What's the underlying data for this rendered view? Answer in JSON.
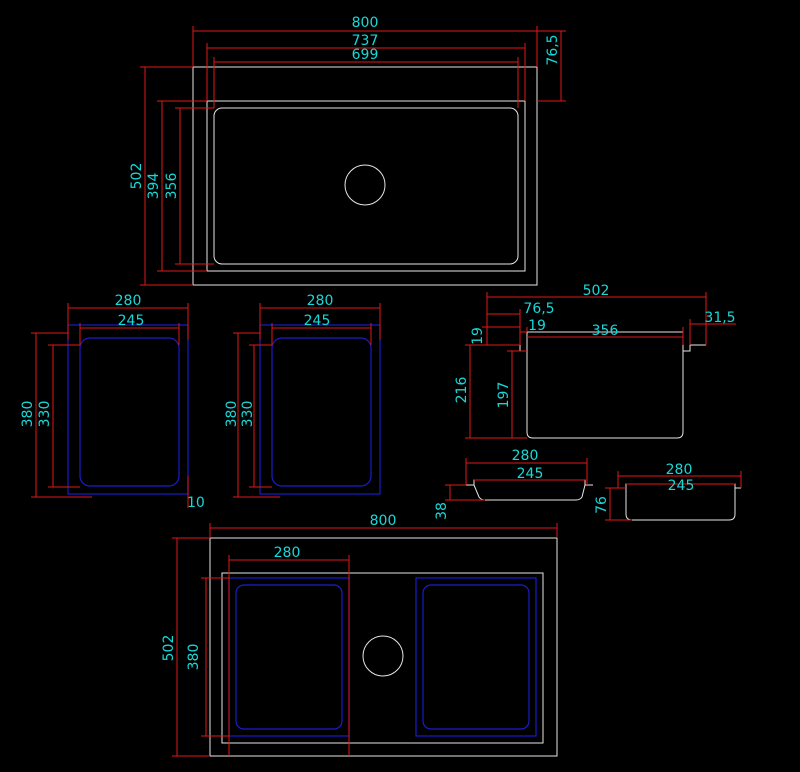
{
  "colors": {
    "background": "#000000",
    "outline": "#e6e6e6",
    "dimension_line": "#e01818",
    "dimension_text": "#18d8d8",
    "insert_outline": "#1c1ccc"
  },
  "top_view": {
    "width": "800",
    "inner_width": "737",
    "bowl_width": "699",
    "offset": "76,5",
    "depth": "502",
    "inner_depth": "394",
    "bowl_depth": "356"
  },
  "basket_left": {
    "width": "280",
    "inner_width": "245",
    "length": "380",
    "inner_length": "330",
    "offset": "10"
  },
  "basket_right": {
    "width": "280",
    "inner_width": "245",
    "length": "380",
    "inner_length": "330"
  },
  "section_view": {
    "width": "502",
    "rim": "76,5",
    "ledge": "19",
    "bowl_width": "356",
    "right_rim": "31,5",
    "step": "19",
    "total_height": "216",
    "bowl_height": "197"
  },
  "small_section_a": {
    "width": "280",
    "inner_width": "245",
    "height": "38"
  },
  "small_section_b": {
    "width": "280",
    "inner_width": "245",
    "height": "76"
  },
  "bottom_view": {
    "width": "800",
    "basket_width": "280",
    "depth": "502",
    "basket_length": "380"
  }
}
